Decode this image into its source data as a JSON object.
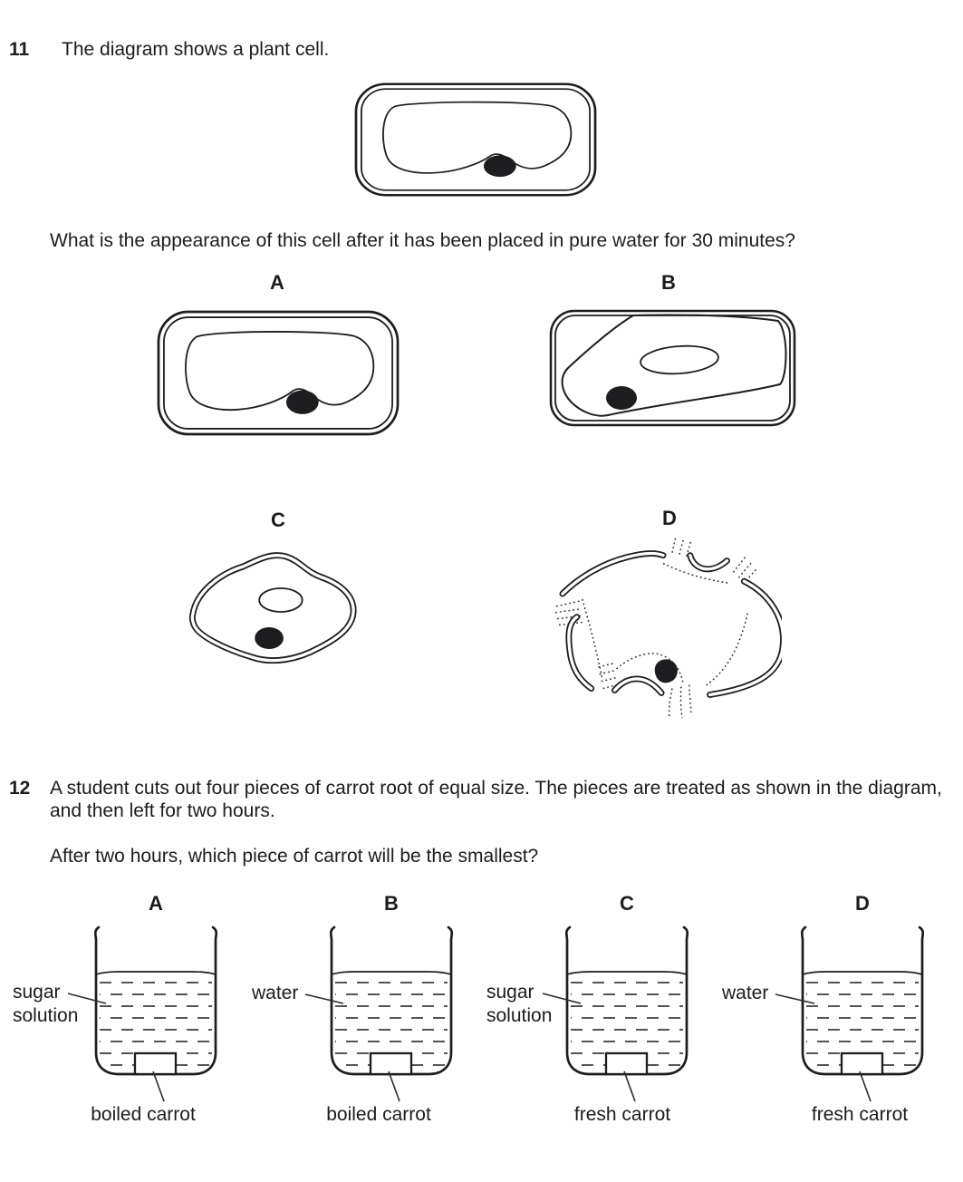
{
  "q11": {
    "number": "11",
    "intro": "The diagram shows a plant cell.",
    "question": "What is the appearance of this cell after it has been placed in pure water for 30 minutes?",
    "options": [
      {
        "letter": "A"
      },
      {
        "letter": "B"
      },
      {
        "letter": "C"
      },
      {
        "letter": "D"
      }
    ]
  },
  "q12": {
    "number": "12",
    "intro": "A student cuts out four pieces of carrot root of equal size. The pieces are treated as shown in the diagram, and then left for two hours.",
    "question": "After two hours, which piece of carrot will be the smallest?",
    "beakers": [
      {
        "letter": "A",
        "liquid": "sugar solution",
        "carrot": "boiled carrot"
      },
      {
        "letter": "B",
        "liquid": "water",
        "carrot": "boiled carrot"
      },
      {
        "letter": "C",
        "liquid": "sugar solution",
        "carrot": "fresh carrot"
      },
      {
        "letter": "D",
        "liquid": "water",
        "carrot": "fresh carrot"
      }
    ]
  },
  "colors": {
    "ink": "#1d1d1f",
    "paper": "#ffffff"
  }
}
